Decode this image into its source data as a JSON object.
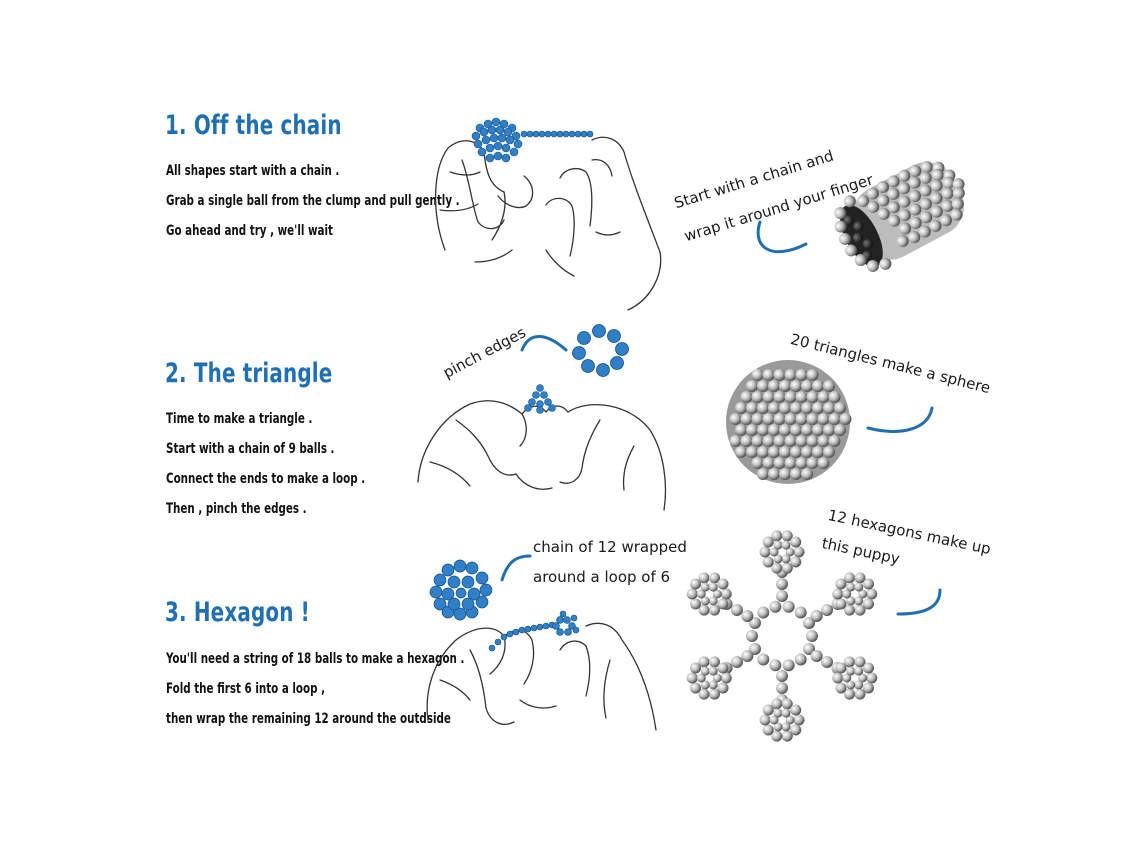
{
  "sections": [
    {
      "heading": "1. Off the chain",
      "lines": [
        "All shapes start with a chain .",
        "Grab a single ball from the clump and pull gently .",
        "Go ahead and try , we'll wait"
      ]
    },
    {
      "heading": "2. The triangle",
      "lines": [
        "Time to make a triangle .",
        "Start with a chain of 9 balls .",
        "Connect the ends to make a loop .",
        "Then , pinch the edges ."
      ]
    },
    {
      "heading": "3. Hexagon !",
      "lines": [
        "You'll need a string of 18 balls to make a hexagon .",
        "Fold the first 6 into a loop ,",
        "then wrap the remaining 12 around the outdside"
      ]
    }
  ],
  "notes": {
    "wrap_line1": "Start with a chain and",
    "wrap_line2": "wrap it around your finger",
    "pinch": "pinch edges",
    "sphere": "20 triangles make a sphere",
    "chain12_line1": "chain of 12 wrapped",
    "chain12_line2": "around a loop of 6",
    "hex_line1": "12 hexagons make up",
    "hex_line2": "this puppy"
  },
  "colors": {
    "accent": "#1f6fb2",
    "ball_blue": "#2f80c8",
    "ball_silver": "#c8c8c8"
  }
}
